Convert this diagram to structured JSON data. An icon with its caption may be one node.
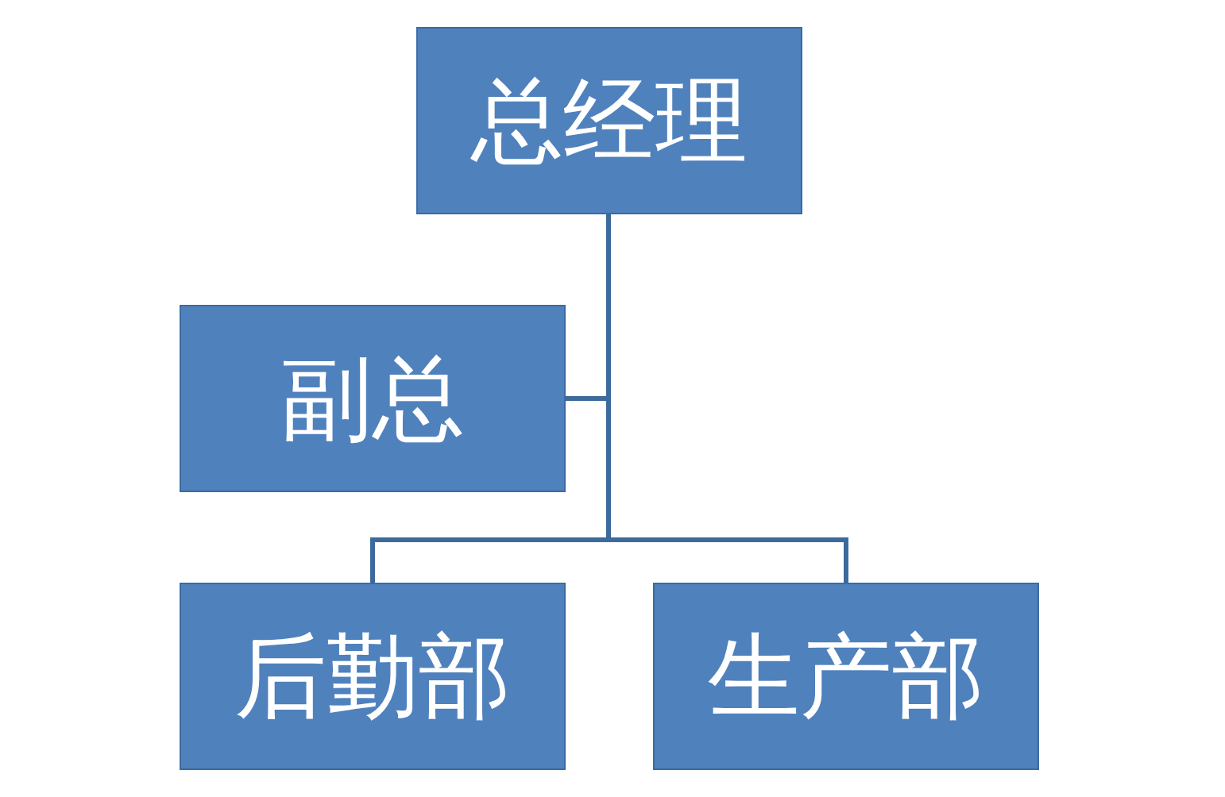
{
  "diagram": {
    "nodes": [
      {
        "text": [
          "总经理"
        ]
      },
      {
        "text": [
          "副总"
        ]
      },
      {
        "text": [
          "后勤部"
        ]
      },
      {
        "text": [
          "生产部"
        ]
      }
    ],
    "edges": [
      {
        "from": 0,
        "to": 1,
        "arrow": "none"
      },
      {
        "from": 0,
        "to": 2,
        "arrow": "none"
      },
      {
        "from": 0,
        "to": 3,
        "arrow": "none"
      }
    ]
  }
}
